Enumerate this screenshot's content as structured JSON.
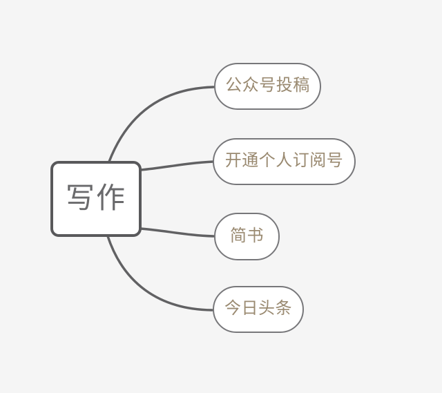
{
  "mindmap": {
    "root": {
      "label": "写作"
    },
    "branches": [
      {
        "label": "公众号投稿"
      },
      {
        "label": "开通个人订阅号"
      },
      {
        "label": "简书"
      },
      {
        "label": "今日头条"
      }
    ],
    "colors": {
      "background": "#f5f5f5",
      "node_fill": "#ffffff",
      "root_border": "#59595b",
      "root_text": "#6a6a6c",
      "branch_border": "#77777a",
      "branch_text": "#9a8a71",
      "connector": "#616163"
    }
  }
}
